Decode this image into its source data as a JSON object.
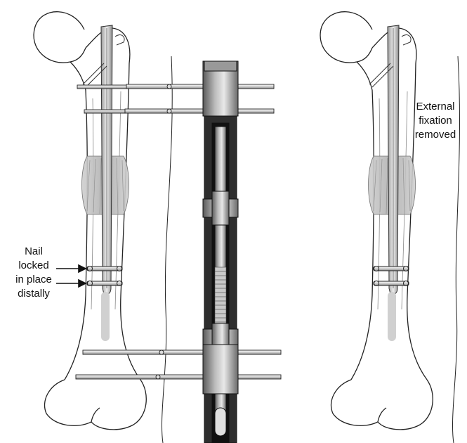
{
  "labels": {
    "nail_locked": [
      "Nail",
      "locked",
      "in place",
      "distally"
    ],
    "external_fixation": [
      "External",
      "fixation",
      "removed"
    ]
  },
  "colors": {
    "outline": "#222222",
    "nail_fill": "#d4d4d4",
    "callus_fill": "#bdbdbd",
    "fixator_dark": "#3a3a3a",
    "fixator_light": "#a8a8a8",
    "pin_fill": "#e6e6e6"
  },
  "icons": {
    "arrow": "arrow-right-icon"
  }
}
